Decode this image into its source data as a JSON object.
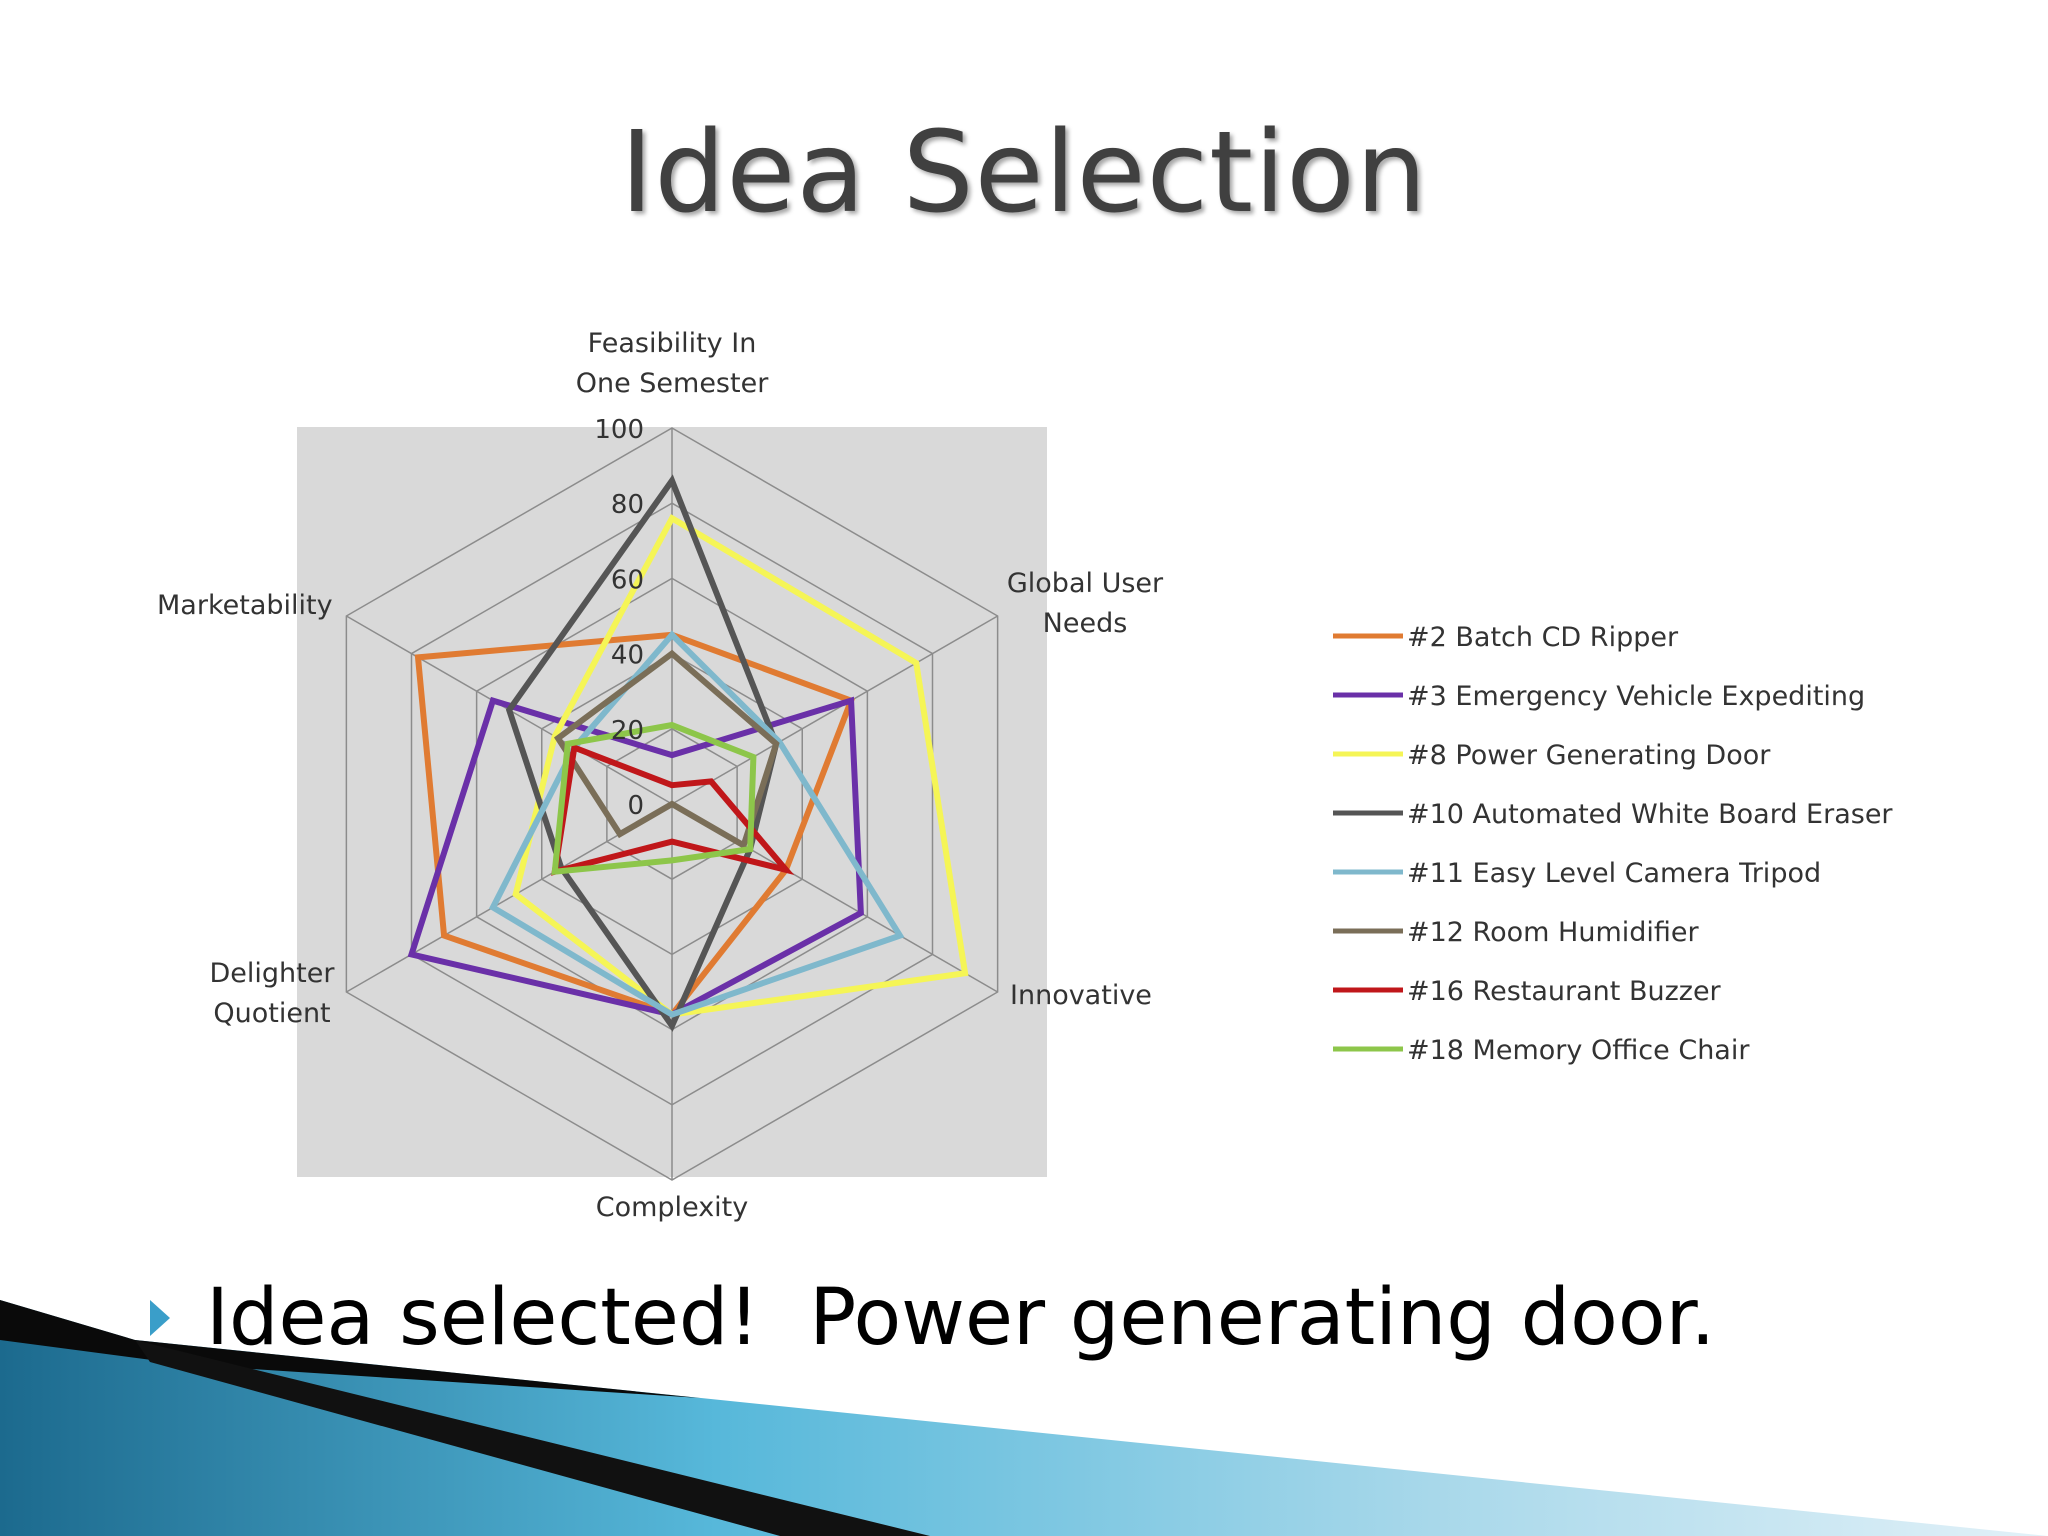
{
  "slide": {
    "title": "Idea Selection",
    "bullet": "Idea selected!  Power generating door."
  },
  "chart_data": {
    "type": "radar",
    "axes": [
      "Feasibility In One Semester",
      "Global User Needs",
      "Innovative",
      "Complexity",
      "Delighter Quotient",
      "Marketability"
    ],
    "axis_label_lines": [
      [
        "Feasibility In",
        "One Semester"
      ],
      [
        "Global User",
        "Needs"
      ],
      [
        "Innovative"
      ],
      [
        "Complexity"
      ],
      [
        "Delighter",
        "Quotient"
      ],
      [
        "Marketability"
      ]
    ],
    "ticks": [
      0,
      20,
      40,
      60,
      80,
      100
    ],
    "tick_labels": [
      "0",
      "20",
      "40",
      "60",
      "80",
      "100"
    ],
    "range": [
      0,
      100
    ],
    "legend_position": "right",
    "background": "#d9d9d9",
    "series": [
      {
        "name": "#2 Batch CD Ripper",
        "color": "#e07b32",
        "values": [
          45,
          55,
          35,
          56,
          70,
          78
        ]
      },
      {
        "name": "#3 Emergency Vehicle Expediting",
        "color": "#6a30a8",
        "values": [
          13,
          55,
          58,
          56,
          80,
          55
        ]
      },
      {
        "name": "#8 Power Generating Door",
        "color": "#f5f556",
        "values": [
          76,
          75,
          90,
          56,
          48,
          36
        ]
      },
      {
        "name": "#10 Automated White Board Eraser",
        "color": "#555555",
        "values": [
          86,
          32,
          24,
          59,
          34,
          50
        ]
      },
      {
        "name": "#11 Easy Level Camera Tripod",
        "color": "#7fb8cc",
        "values": [
          45,
          33,
          70,
          56,
          55,
          30
        ]
      },
      {
        "name": "#12 Room Humidifier",
        "color": "#7a6e58",
        "values": [
          40,
          32,
          22,
          0,
          16,
          35
        ]
      },
      {
        "name": "#16 Restaurant Buzzer",
        "color": "#c0171a",
        "values": [
          5,
          12,
          35,
          10,
          36,
          30
        ]
      },
      {
        "name": "#18 Memory Office Chair",
        "color": "#8dc64a",
        "values": [
          21,
          25,
          24,
          15,
          36,
          32
        ]
      }
    ]
  }
}
